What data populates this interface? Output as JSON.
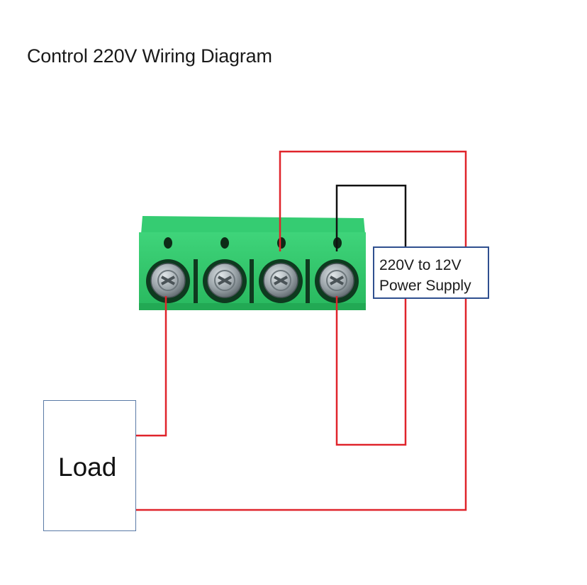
{
  "title": "Control 220V Wiring Diagram",
  "power_supply": {
    "line1": "220V to 12V",
    "line2": "Power Supply"
  },
  "load": {
    "label": "Load"
  },
  "colors": {
    "wire_red": "#e0242b",
    "wire_black": "#111111",
    "terminal_green": "#2ec66a",
    "screw_gray": "#9aa3a8"
  },
  "icons": [
    "terminal-block-icon",
    "screw-terminal-icon"
  ]
}
